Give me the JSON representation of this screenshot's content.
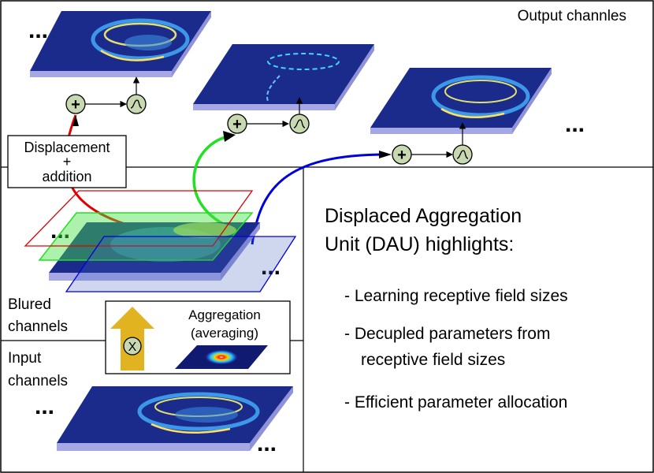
{
  "output_label": "Output channles",
  "displacement_label": [
    "Displacement",
    "+",
    "addition"
  ],
  "blurred_label": [
    "Blured",
    "channels"
  ],
  "input_label": [
    "Input",
    "channels"
  ],
  "aggregation_label": [
    "Aggregation",
    "(averaging)"
  ],
  "multiply_symbol": "X",
  "add_symbol": "+",
  "ellipsis": "...",
  "highlights": {
    "title": [
      "Displaced Aggregation",
      "Unit (DAU) highlights:"
    ],
    "items": [
      [
        "- Learning receptive field sizes"
      ],
      [
        "- Decupled parameters from",
        "receptive field sizes"
      ],
      [
        "- Efficient parameter allocation"
      ]
    ]
  },
  "colors": {
    "displacement_red": "#e00000",
    "displacement_green": "#22e022",
    "displacement_blue": "#0000dd",
    "arrow_yellow": "#e2b320",
    "node_fill": "#c8d8b0",
    "plate_base": "#9a9ae0",
    "plate_top": "#1a2a8a"
  }
}
